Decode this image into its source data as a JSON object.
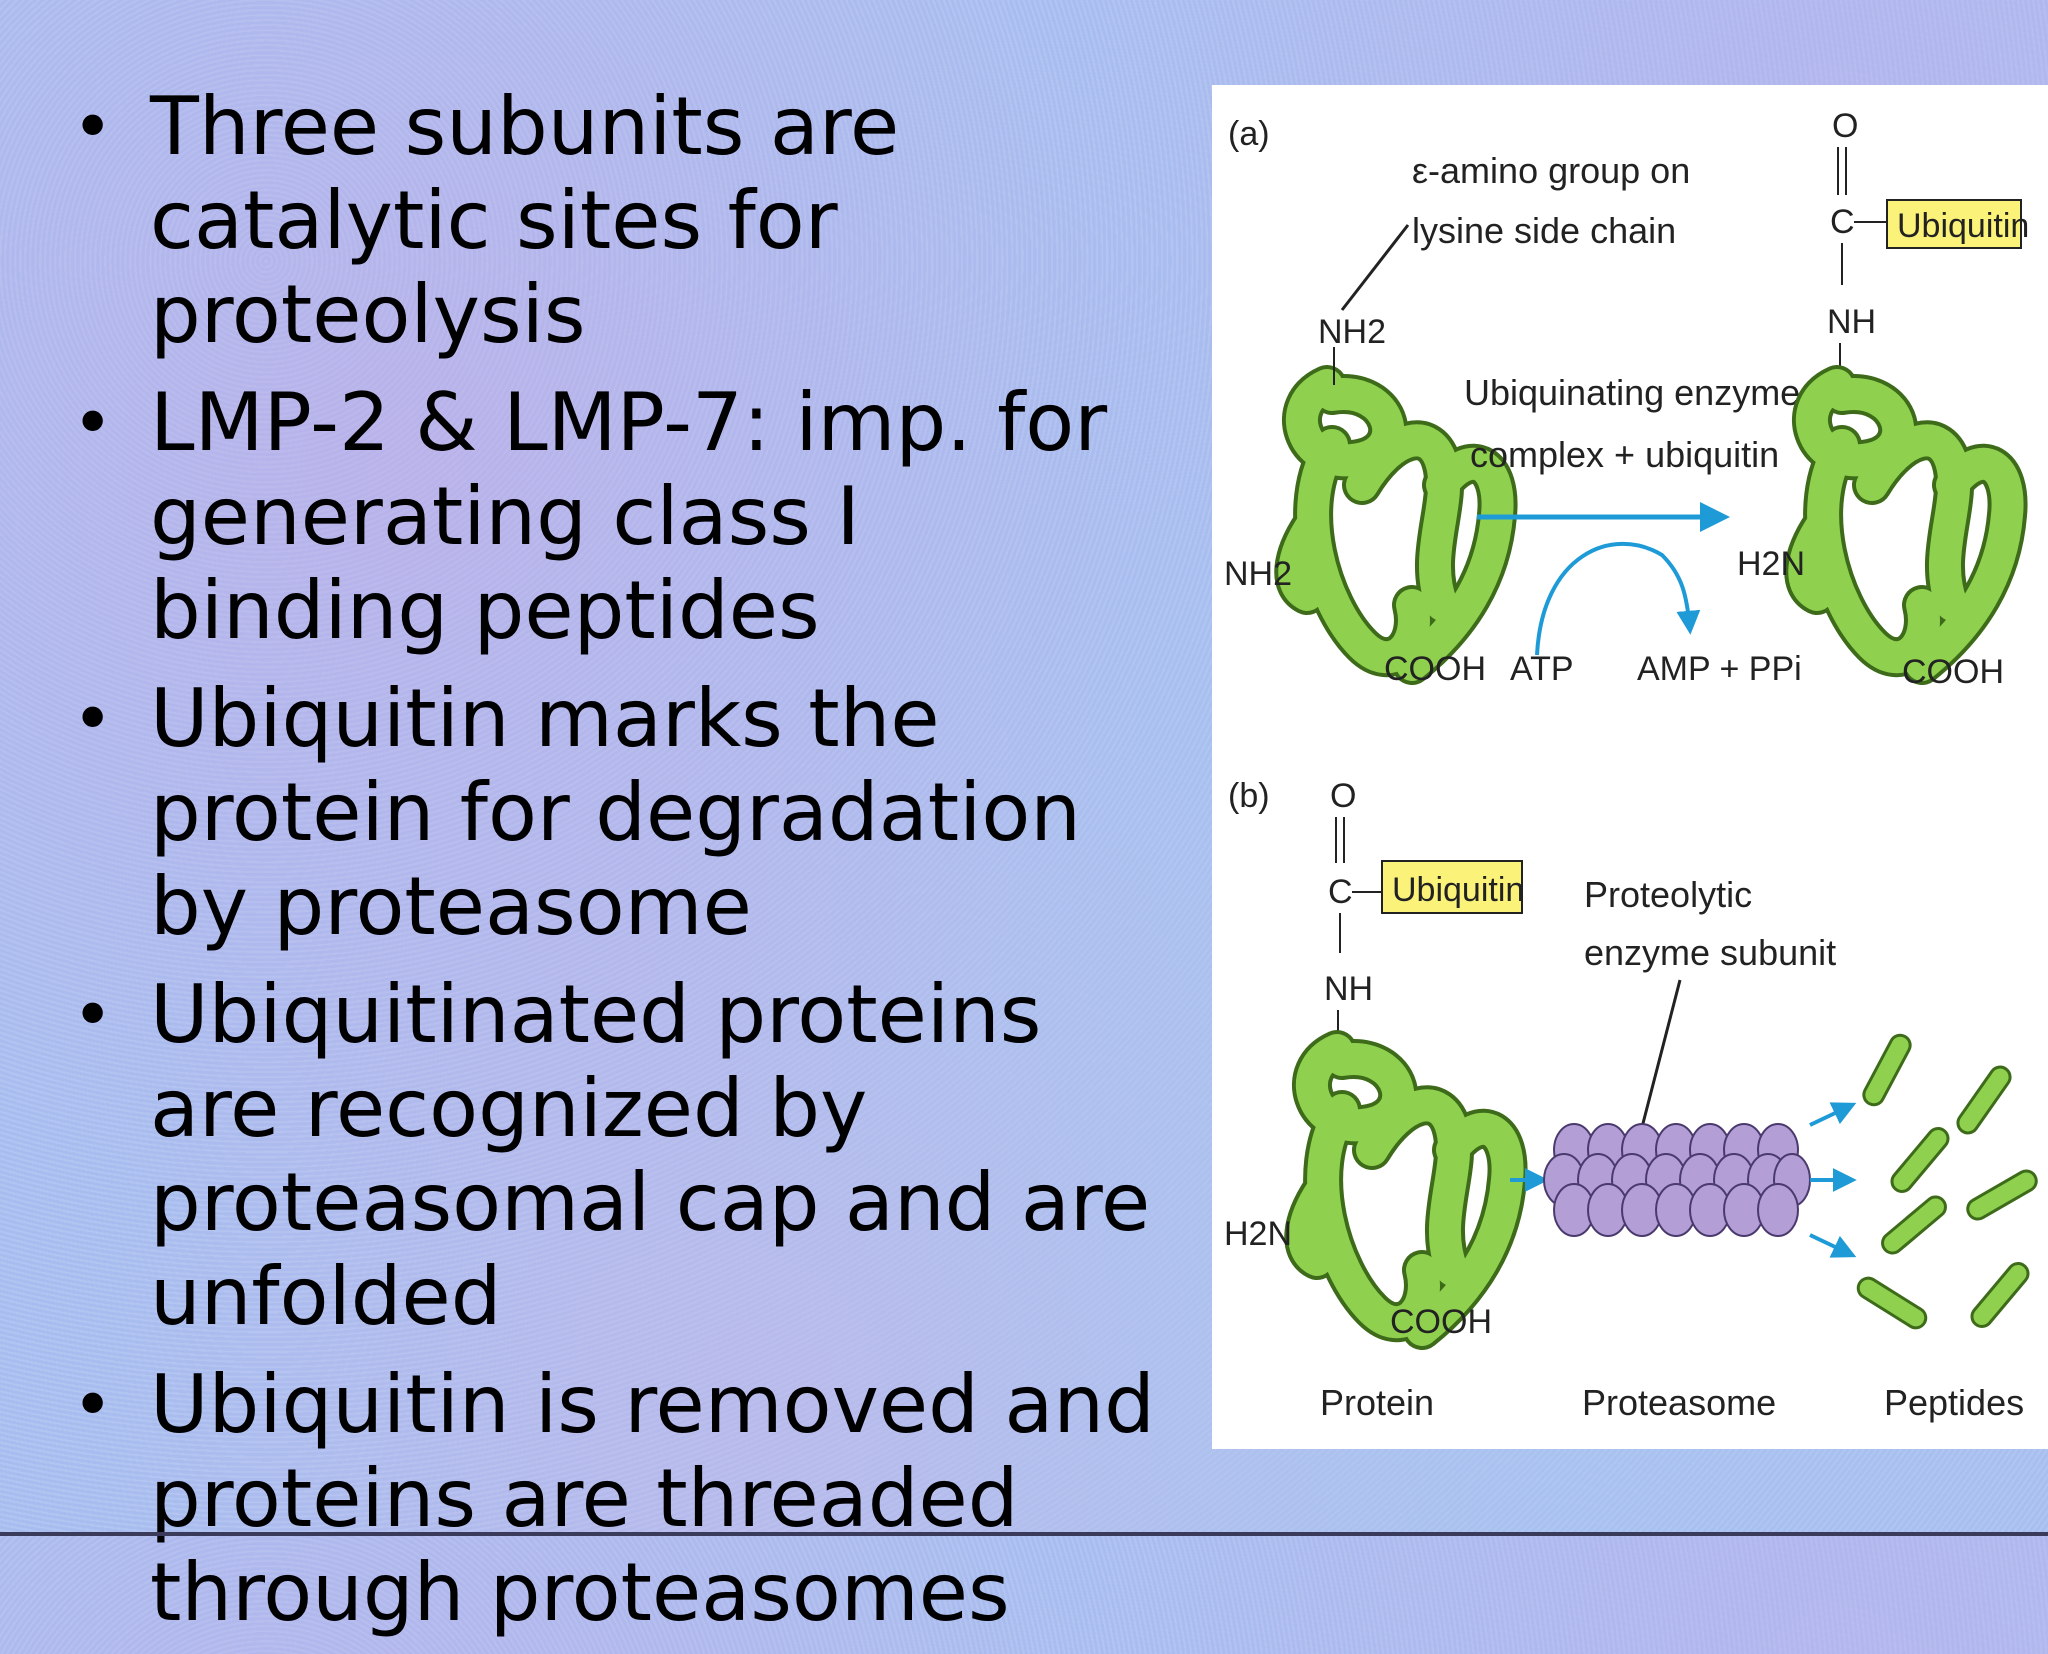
{
  "bullets": [
    {
      "text": "Three subunits are catalytic sites for proteolysis"
    },
    {
      "text": "LMP-2 & LMP-7: imp. for generating class I binding peptides"
    },
    {
      "text": "Ubiquitin marks the protein for degradation by proteasome"
    },
    {
      "text": "Ubiquitinated proteins are recognized by proteasomal cap and are unfolded"
    },
    {
      "text": "Ubiquitin is removed and proteins are threaded through proteasomes"
    }
  ],
  "figure": {
    "panel_a": {
      "label": "(a)",
      "epsilon_label_line1": "ε-amino group on",
      "epsilon_label_line2": "lysine side chain",
      "nh2_top": "NH2",
      "nh2_left": "NH2",
      "cooh_left": "COOH",
      "enzyme_line1": "Ubiquinating enzyme",
      "enzyme_line2": "complex + ubiquitin",
      "atp": "ATP",
      "amp": "AMP + PPi",
      "h2n_right": "H2N",
      "cooh_right": "COOH",
      "o_right": "O",
      "c_right": "C",
      "nh_right": "NH",
      "ubiquitin_right": "Ubiquitin"
    },
    "panel_b": {
      "label": "(b)",
      "o": "O",
      "c": "C",
      "nh": "NH",
      "ubiquitin": "Ubiquitin",
      "proteolytic_line1": "Proteolytic",
      "proteolytic_line2": "enzyme subunit",
      "h2n": "H2N",
      "cooh": "COOH",
      "caption_protein": "Protein",
      "caption_proteasome": "Proteasome",
      "caption_peptides": "Peptides"
    },
    "colors": {
      "protein_green": "#8fd14f",
      "protein_outline": "#3d6b1a",
      "ubiquitin_yellow": "#fbf27a",
      "arrow_blue": "#1e9bd7",
      "proteasome_purple": "#b39ed6"
    }
  }
}
